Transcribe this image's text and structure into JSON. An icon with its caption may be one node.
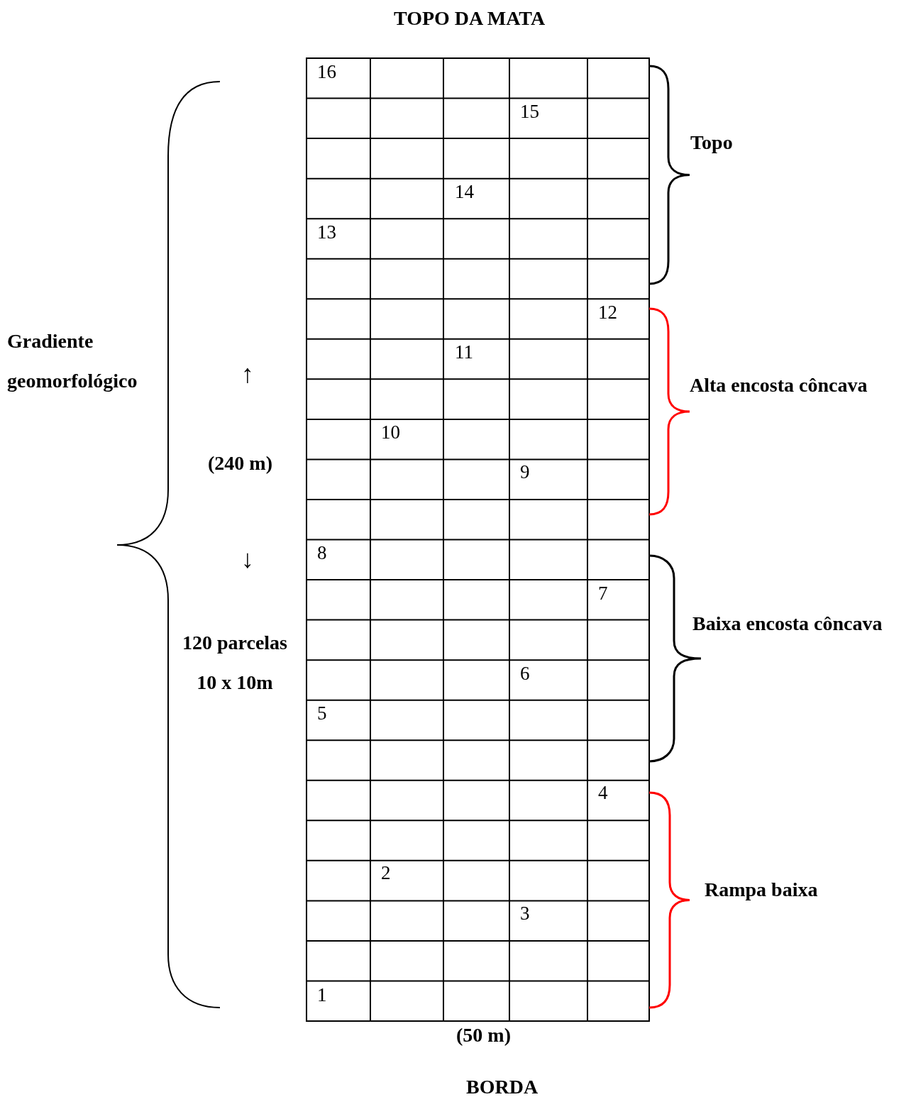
{
  "diagram": {
    "title": "TOPO DA MATA",
    "labels": [
      "16",
      "15",
      "Topo",
      "14",
      "13",
      "12",
      "Gradiente geomorfológico",
      "11",
      "↑",
      "Alta encosta côncava",
      "10",
      "(240 m)",
      "9",
      "8",
      "↓",
      "7",
      "Baixa encosta côncava",
      "120 parcelas 10 x 10m",
      "6",
      "5",
      "4",
      "2",
      "Rampa baixa",
      "3",
      "1",
      "(50 m)",
      "BORDA"
    ]
  }
}
